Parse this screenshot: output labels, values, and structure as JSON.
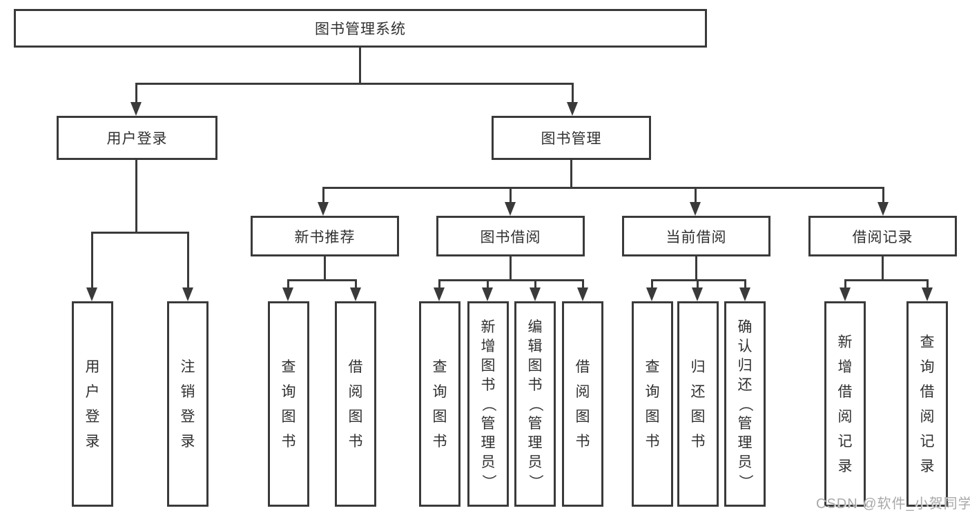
{
  "diagram_title": "图书管理系统",
  "colors": {
    "line": "#3a3a3a",
    "box_border": "#3a3a3a",
    "text": "#303030",
    "watermark": "#a9a9a9",
    "background": "#ffffff"
  },
  "nodes": {
    "root": {
      "label": "图书管理系统"
    },
    "user_login": {
      "label": "用户登录"
    },
    "book_management": {
      "label": "图书管理"
    },
    "new_book_recommend": {
      "label": "新书推荐"
    },
    "book_borrow": {
      "label": "图书借阅"
    },
    "current_borrow": {
      "label": "当前借阅"
    },
    "borrow_record": {
      "label": "借阅记录"
    },
    "login_user_login": {
      "label": "用户登录"
    },
    "login_logout": {
      "label": "注销登录"
    },
    "recommend_query_book": {
      "label": "查询图书"
    },
    "recommend_borrow_book": {
      "label": "借阅图书"
    },
    "borrow_query_book": {
      "label": "查询图书"
    },
    "borrow_add_book": {
      "label": "新增图书（管理员）"
    },
    "borrow_edit_book": {
      "label": "编辑图书（管理员）"
    },
    "borrow_borrow_book": {
      "label": "借阅图书"
    },
    "current_query_book": {
      "label": "查询图书"
    },
    "current_return_book": {
      "label": "归还图书"
    },
    "current_confirm_return": {
      "label": "确认归还（管理员）"
    },
    "record_add_record": {
      "label": "新增借阅记录"
    },
    "record_query_record": {
      "label": "查询借阅记录"
    }
  },
  "watermark": {
    "text": "CSDN @软件_小贺同学"
  }
}
